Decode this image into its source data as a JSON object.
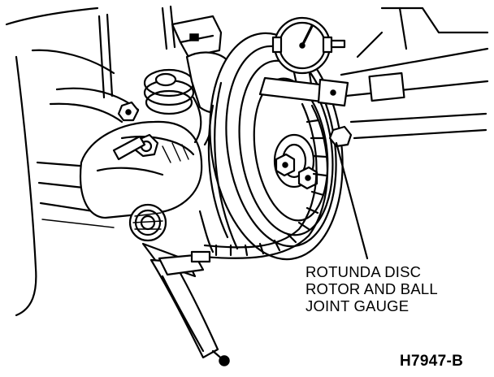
{
  "callout": {
    "lines": [
      "ROTUNDA DISC",
      "ROTOR AND BALL",
      "JOINT GAUGE"
    ]
  },
  "figure_id": "H7947-B",
  "colors": {
    "ink": "#000000",
    "paper": "#ffffff"
  }
}
